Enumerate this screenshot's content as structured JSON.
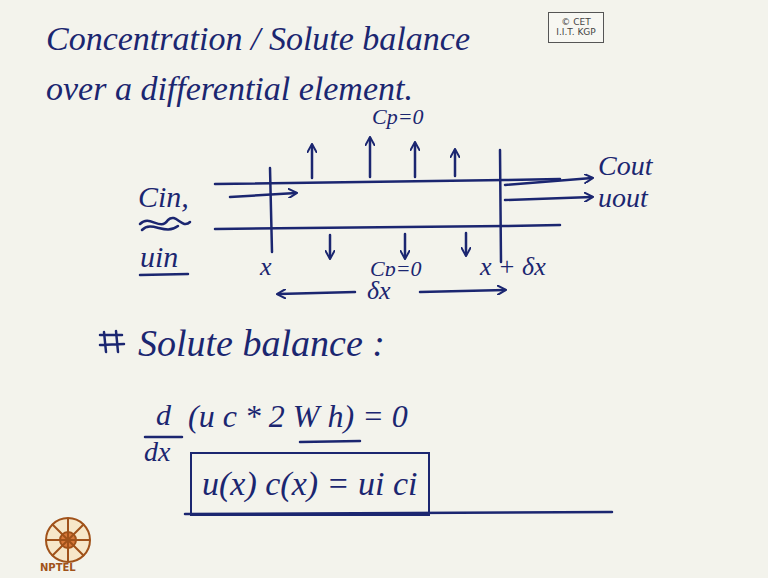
{
  "diagram": {
    "title": "Concentration / Solute balance over a differential element.",
    "nodes": [
      {
        "text": [
          "© CET I.I.T. KGP"
        ]
      },
      {
        "text": [
          "u(x) c(x) = ui ci"
        ]
      }
    ],
    "labels": [
      "Cp=0",
      "Cp=0",
      "Cin,",
      "uin",
      "Cout",
      "uout",
      "x",
      "x + δx",
      "δx",
      "Solute balance :",
      "d",
      "dx",
      "(u c * 2 W h) = 0",
      "NPTEL"
    ]
  }
}
